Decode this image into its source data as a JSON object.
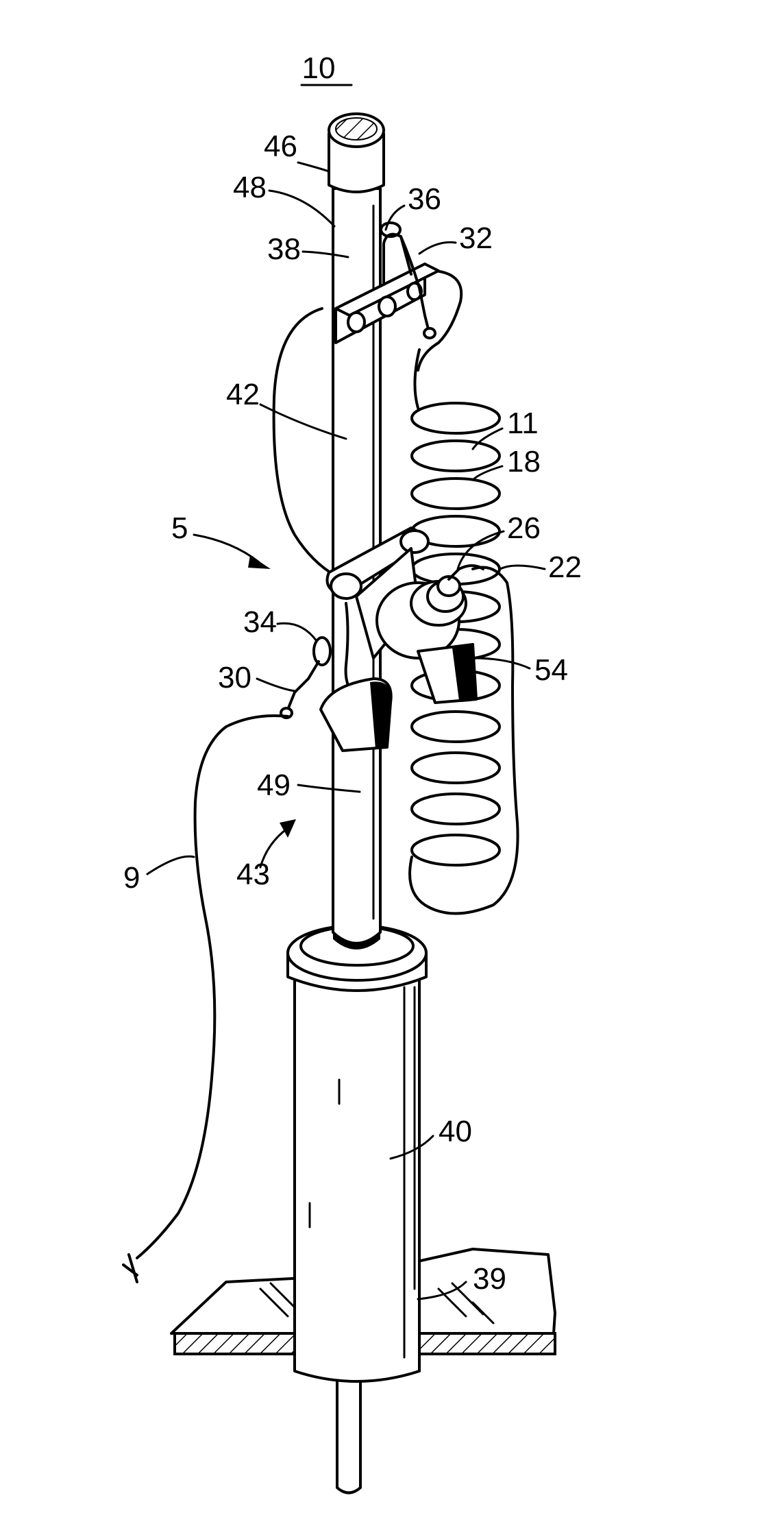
{
  "figure": {
    "number": "10",
    "labels": {
      "l46": "46",
      "l48": "48",
      "l36": "36",
      "l32": "32",
      "l38": "38",
      "l42": "42",
      "l11": "11",
      "l18": "18",
      "l5": "5",
      "l26": "26",
      "l22": "22",
      "l34": "34",
      "l54": "54",
      "l30": "30",
      "l49": "49",
      "l9": "9",
      "l43": "43",
      "l40": "40",
      "l39": "39"
    }
  }
}
